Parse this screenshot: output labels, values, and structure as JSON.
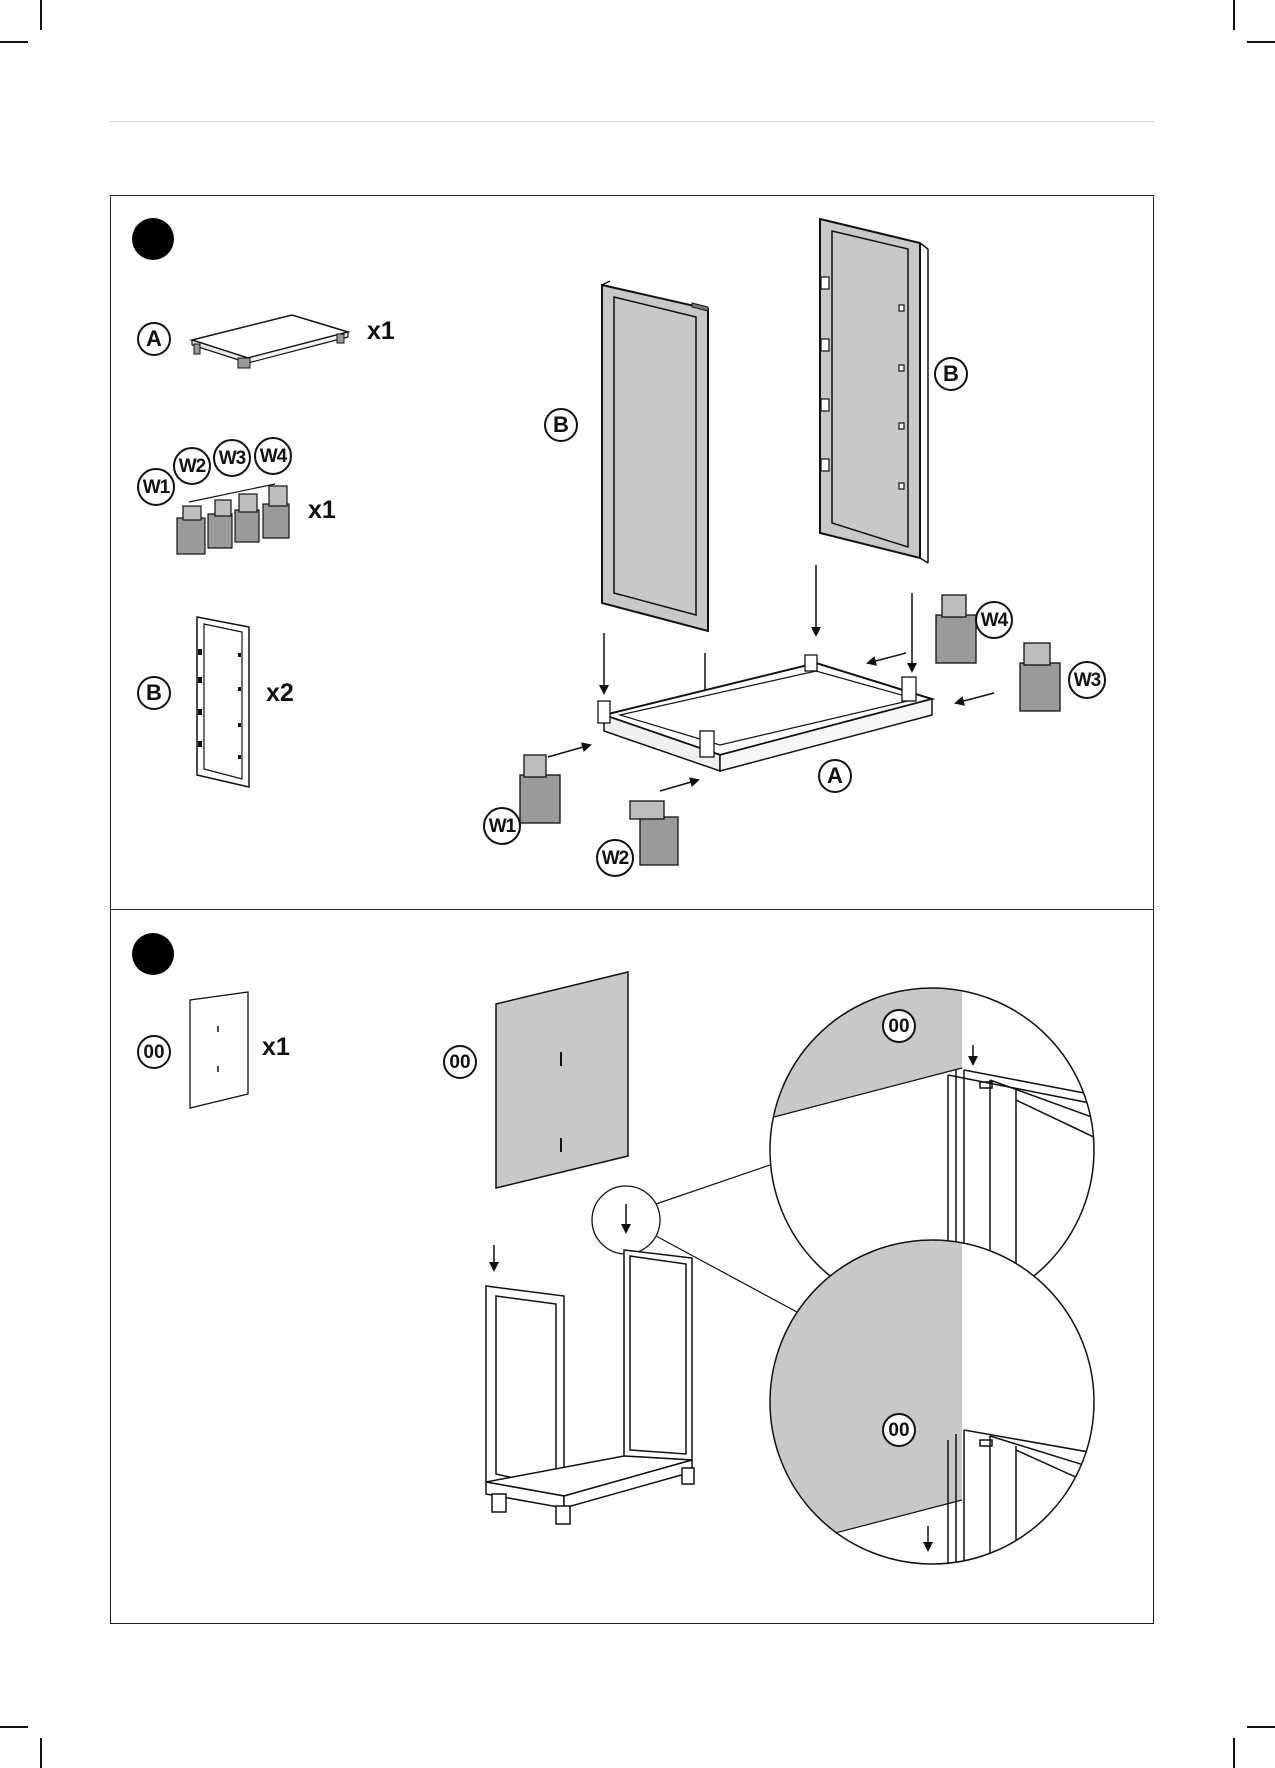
{
  "step1": {
    "parts": [
      {
        "label": "A",
        "qty": "x1"
      },
      {
        "labels": [
          "W1",
          "W2",
          "W3",
          "W4"
        ],
        "qty": "x1"
      },
      {
        "label": "B",
        "qty": "x2"
      }
    ],
    "callouts": {
      "panel_left": "B",
      "panel_right": "B",
      "base": "A",
      "w1": "W1",
      "w2": "W2",
      "w3": "W3",
      "w4": "W4"
    }
  },
  "step2": {
    "part": {
      "label": "00",
      "qty": "x1"
    },
    "callouts": {
      "back_panel": "00",
      "detail_top": "00",
      "detail_bottom": "00"
    }
  },
  "colors": {
    "panel_fill": "#c8c8c8",
    "line": "#111111"
  }
}
